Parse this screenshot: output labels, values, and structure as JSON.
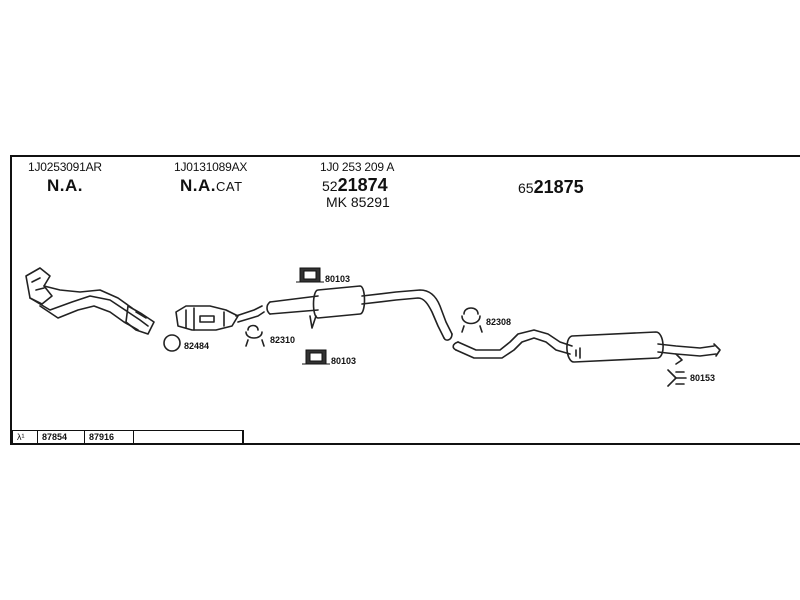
{
  "parts": {
    "front_pipe": {
      "code": "1J0253091AR",
      "label": "N.A."
    },
    "catalyst": {
      "code": "1J0131089AX",
      "label": "N.A.",
      "suffix": "CAT"
    },
    "middle_silencer": {
      "code": "1J0 253 209 A",
      "art_prefix": "52",
      "art_number": "21874",
      "mk": "MK 85291"
    },
    "rear_silencer": {
      "art_prefix": "65",
      "art_number": "21875"
    }
  },
  "fittings": {
    "f82484": "82484",
    "f82310": "82310",
    "f80103_top": "80103",
    "f80103_bottom": "80103",
    "f82308": "82308",
    "f80153": "80153"
  },
  "ref_table": {
    "lambda": "λ¹",
    "col1": "87854",
    "col2": "87916"
  }
}
